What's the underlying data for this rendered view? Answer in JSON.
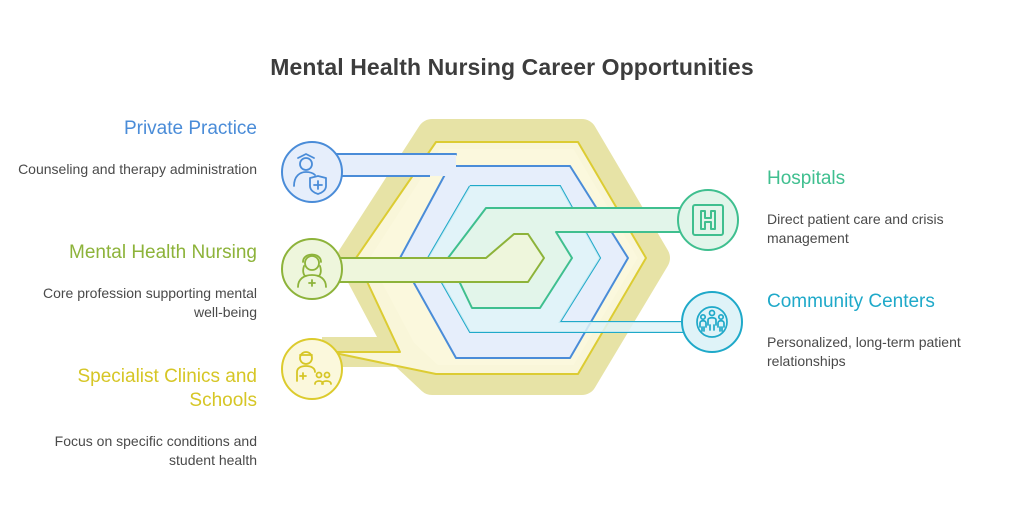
{
  "title": "Mental Health Nursing Career Opportunities",
  "nodes": {
    "private_practice": {
      "label": "Private Practice",
      "description": "Counseling and therapy administration",
      "icon": "nurse-with-shield-icon",
      "color": "#4a8cd8"
    },
    "mental_health_nursing": {
      "label": "Mental Health Nursing",
      "description": "Core profession supporting mental well-being",
      "icon": "nurse-icon",
      "color": "#8db33a"
    },
    "specialist_clinics": {
      "label": "Specialist Clinics and Schools",
      "description": "Focus on specific conditions and student health",
      "icon": "doctor-with-students-icon",
      "color": "#d6c626"
    },
    "hospitals": {
      "label": "Hospitals",
      "description": "Direct patient care and crisis management",
      "icon": "hospital-sign-icon",
      "color": "#3fbf8f"
    },
    "community_centers": {
      "label": "Community Centers",
      "description": "Personalized, long-term patient relationships",
      "icon": "community-group-icon",
      "color": "#1fa9c9"
    }
  }
}
